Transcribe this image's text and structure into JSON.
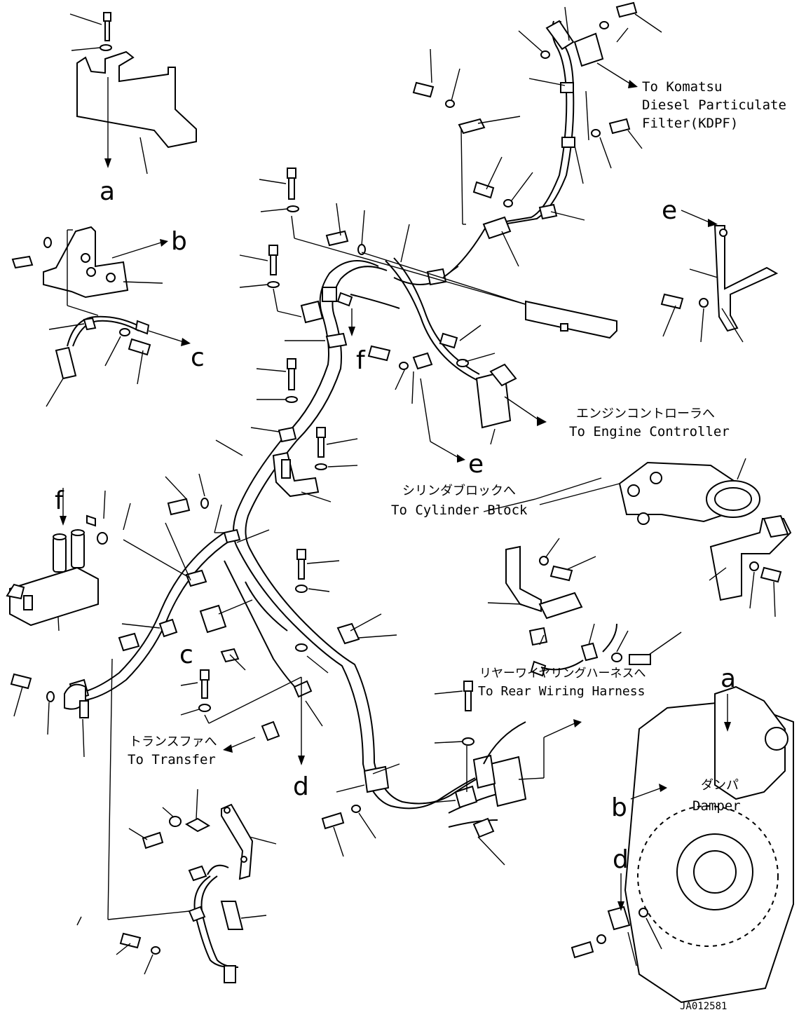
{
  "destinations": {
    "kdpf": [
      "To Komatsu",
      "Diesel Particulate",
      "Filter(KDPF)"
    ],
    "engine_controller": {
      "jp": "エンジンコントローラへ",
      "en": "To Engine Controller"
    },
    "cylinder_block": {
      "jp": "シリンダブロックへ",
      "en": "To Cylinder Block"
    },
    "rear_harness": {
      "jp": "リヤーワイヤリングハーネスへ",
      "en": "To Rear Wiring Harness"
    },
    "transfer": {
      "jp": "トランスファへ",
      "en": "To Transfer"
    },
    "damper": {
      "jp": "ダンパ",
      "en": "Damper"
    }
  },
  "reference_letters": {
    "a_top": "a",
    "b_top": "b",
    "c_left": "c",
    "f_mid": "f",
    "e_mid": "e",
    "e_right": "e",
    "f_left": "f",
    "c_lower": "c",
    "d_lower": "d",
    "a_right": "a",
    "b_right": "b",
    "d_right": "d"
  },
  "drawing_number": "JA012581",
  "colors": {
    "line": "#000000",
    "background": "#ffffff"
  }
}
